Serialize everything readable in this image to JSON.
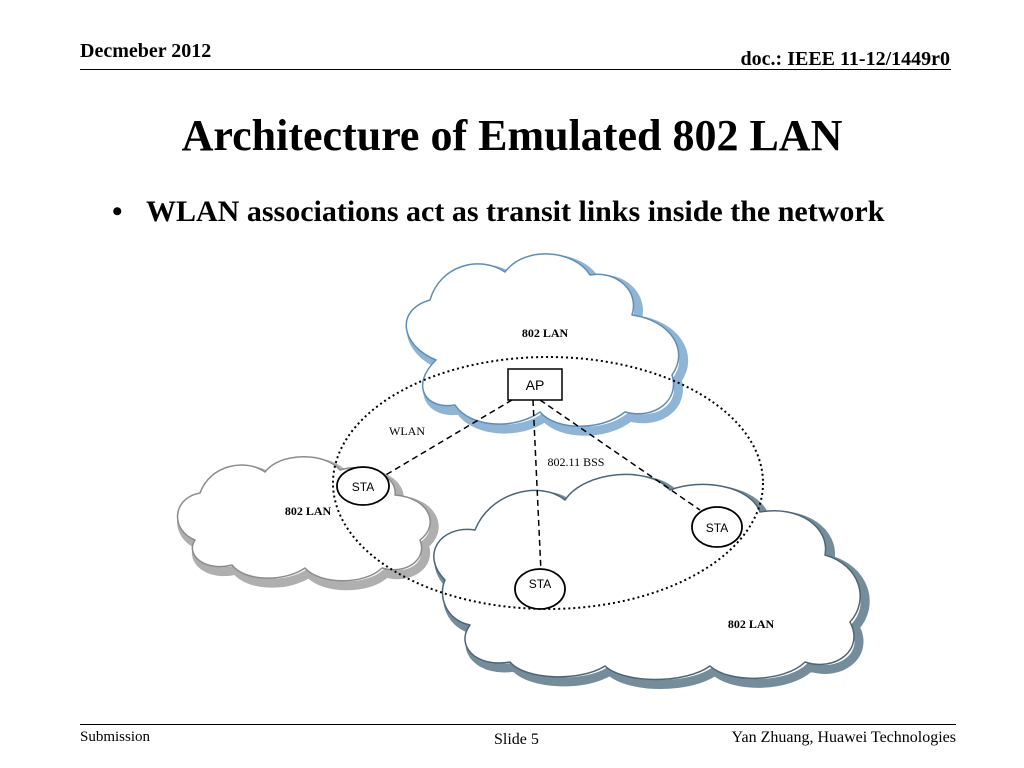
{
  "header": {
    "date": "Decmeber 2012",
    "doc_id": "doc.: IEEE 11-12/1449r0"
  },
  "slide": {
    "title": "Architecture of Emulated 802 LAN",
    "bullet_marker": "•",
    "bullets": [
      "WLAN associations act as transit links inside the network"
    ]
  },
  "diagram": {
    "cloud_top_label": "802 LAN",
    "cloud_left_label": "802 LAN",
    "cloud_bottom_label": "802 LAN",
    "ap_label": "AP",
    "sta_left_label": "STA",
    "sta_right_label": "STA",
    "sta_bottom_label": "STA",
    "wlan_label": "WLAN",
    "bss_label": "802.11 BSS",
    "colors": {
      "cloud_top": "#7BA7CC",
      "cloud_left": "#A6A6A6",
      "cloud_bottom": "#667F8F"
    }
  },
  "footer": {
    "submission": "Submission",
    "slide_number": "Slide 5",
    "author": "Yan Zhuang, Huawei Technologies"
  }
}
